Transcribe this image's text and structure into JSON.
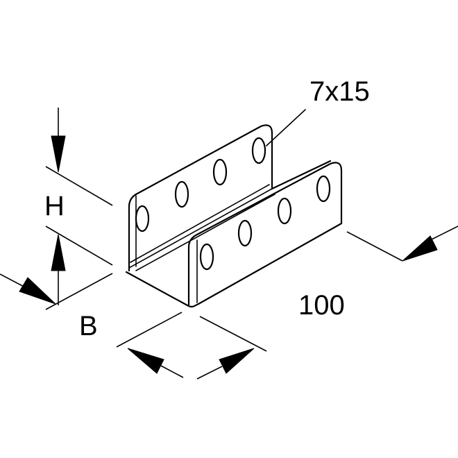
{
  "dimensions": {
    "hole_label": "7x15",
    "height_label": "H",
    "width_label": "B",
    "length_label": "100"
  },
  "colors": {
    "line": "#000000",
    "background": "#ffffff"
  }
}
